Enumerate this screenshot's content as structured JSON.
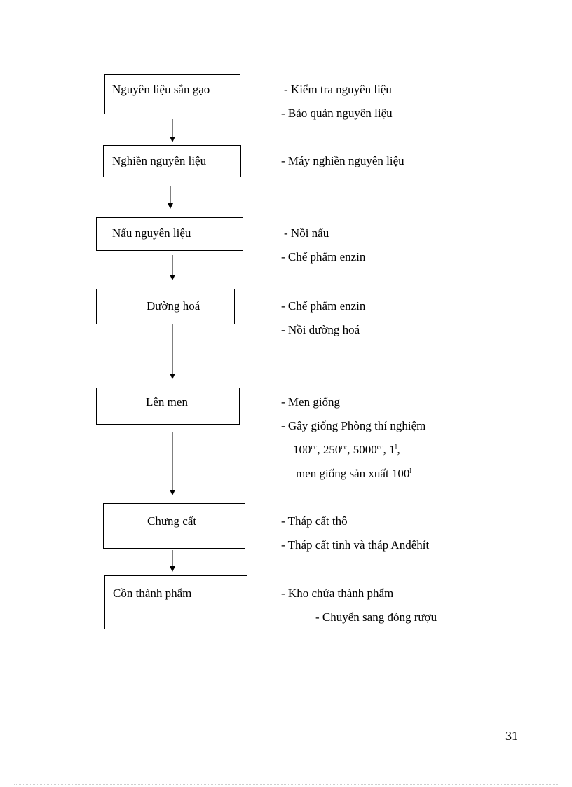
{
  "steps": [
    {
      "label": "Nguyên liệu sắn gạo"
    },
    {
      "label": "Nghiền nguyên liệu"
    },
    {
      "label": "Nấu nguyên liệu"
    },
    {
      "label": "Đường hoá"
    },
    {
      "label": "Lên men"
    },
    {
      "label": "Chưng cất"
    },
    {
      "label": "Cồn thành phẩm"
    }
  ],
  "notes": {
    "step1": [
      "- Kiểm tra nguyên liệu",
      "- Bảo quản nguyên liệu"
    ],
    "step2": [
      "- Máy nghiền nguyên liệu"
    ],
    "step3": [
      "- Nồi nấu",
      "- Chế phẩm enzin"
    ],
    "step4": [
      "- Chế phẩm enzin",
      "- Nồi đường hoá"
    ],
    "step5": {
      "line1": "- Men giống",
      "line2": "- Gây giống Phòng thí nghiệm",
      "line3": {
        "a": "100",
        "a_sup": "cc",
        "b": ", 250",
        "b_sup": "cc",
        "c": ", 5000",
        "c_sup": "cc",
        "d": ", 1",
        "d_sup": "l",
        "e": ","
      },
      "line4": {
        "text": "men giống sản xuất 100",
        "sup": "l"
      }
    },
    "step6": [
      "- Tháp cất thô",
      "- Tháp cất tinh và tháp Anđêhít"
    ],
    "step7": [
      "- Kho chứa thành phẩm",
      "- Chuyển sang đóng rượu"
    ]
  },
  "page_number": "31"
}
